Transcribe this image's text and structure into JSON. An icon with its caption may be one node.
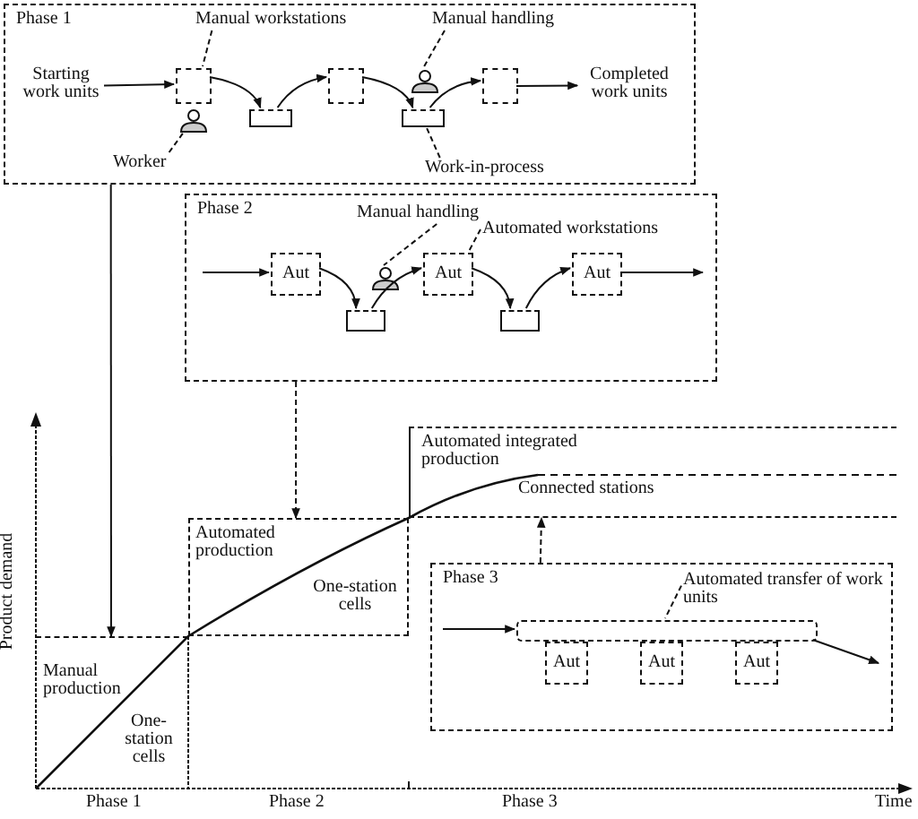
{
  "diagram": {
    "nodes": [
      {
        "text": [
          "Phase 1"
        ]
      },
      {
        "text": [
          "Starting work units"
        ],
        "in": 0
      },
      {
        "text": [],
        "shape": "box",
        "in": 0
      },
      {
        "text": [],
        "shape": "box",
        "in": 0
      },
      {
        "text": [],
        "shape": "box",
        "in": 0
      },
      {
        "text": [],
        "shape": "box",
        "in": 0
      },
      {
        "text": [],
        "shape": "box",
        "in": 0
      },
      {
        "text": [
          "Completed work units"
        ],
        "in": 0
      },
      {
        "text": [
          "Manual workstations"
        ],
        "in": 0
      },
      {
        "text": [
          "Manual handling"
        ],
        "in": 0
      },
      {
        "text": [],
        "shape": "person",
        "in": 0
      },
      {
        "text": [
          "Worker"
        ],
        "in": 0
      },
      {
        "text": [],
        "shape": "person",
        "in": 0
      },
      {
        "text": [
          "Work-in-process"
        ],
        "in": 0
      },
      {
        "text": [
          "Phase 2"
        ]
      },
      {
        "text": [
          "Aut"
        ],
        "in": 14
      },
      {
        "text": [],
        "shape": "box",
        "in": 14
      },
      {
        "text": [
          "Aut"
        ],
        "in": 14
      },
      {
        "text": [],
        "shape": "box",
        "in": 14
      },
      {
        "text": [
          "Aut"
        ],
        "in": 14
      },
      {
        "text": [
          "Manual handling"
        ],
        "in": 14
      },
      {
        "text": [],
        "shape": "person",
        "in": 14
      },
      {
        "text": [
          "Automated workstations"
        ],
        "in": 14
      },
      {
        "text": [
          "Phase 3"
        ]
      },
      {
        "text": [],
        "shape": "bar",
        "in": 23
      },
      {
        "text": [
          "Aut"
        ],
        "in": 23
      },
      {
        "text": [
          "Aut"
        ],
        "in": 23
      },
      {
        "text": [
          "Aut"
        ],
        "in": 23
      },
      {
        "text": [
          "Automated transfer of work units"
        ],
        "in": 23
      },
      {
        "text": [
          "Manual production",
          "One-station cells"
        ]
      },
      {
        "text": [
          "Automated production",
          "One-station cells"
        ]
      },
      {
        "text": [
          "Automated integrated production",
          "Connected stations"
        ]
      }
    ],
    "edges": [
      {
        "from": 1,
        "to": 2,
        "arrow": "to"
      },
      {
        "from": 2,
        "to": 3,
        "arrow": "to"
      },
      {
        "from": 3,
        "to": 4,
        "arrow": "to"
      },
      {
        "from": 4,
        "to": 5,
        "arrow": "to"
      },
      {
        "from": 5,
        "to": 6,
        "arrow": "to"
      },
      {
        "from": 6,
        "to": 7,
        "arrow": "to"
      },
      {
        "from": 8,
        "to": 2,
        "arrow": "none",
        "style": "dashed"
      },
      {
        "from": 9,
        "to": 10,
        "arrow": "none",
        "style": "dashed"
      },
      {
        "from": 11,
        "to": 12,
        "arrow": "none",
        "style": "dashed"
      },
      {
        "from": 13,
        "to": 5,
        "arrow": "none",
        "style": "dashed"
      },
      {
        "from": null,
        "to": 15,
        "arrow": "to"
      },
      {
        "from": 15,
        "to": 16,
        "arrow": "to"
      },
      {
        "from": 16,
        "to": 17,
        "arrow": "to"
      },
      {
        "from": 17,
        "to": 18,
        "arrow": "to"
      },
      {
        "from": 18,
        "to": 19,
        "arrow": "to"
      },
      {
        "from": 19,
        "to": null,
        "arrow": "to"
      },
      {
        "from": 20,
        "to": 21,
        "arrow": "none",
        "style": "dashed"
      },
      {
        "from": 22,
        "to": 17,
        "arrow": "none",
        "style": "dashed"
      },
      {
        "from": null,
        "to": 24,
        "arrow": "to"
      },
      {
        "from": 24,
        "to": null,
        "arrow": "to"
      },
      {
        "from": 28,
        "to": 24,
        "arrow": "none",
        "style": "dashed"
      },
      {
        "from": 0,
        "to": 29,
        "arrow": "to"
      },
      {
        "from": 14,
        "to": 30,
        "arrow": "to",
        "style": "dashed"
      },
      {
        "from": 23,
        "to": 31,
        "arrow": "to",
        "style": "dashed"
      }
    ],
    "labels": [
      "Product demand",
      "Phase 1",
      "Phase 2",
      "Phase 3",
      "Time"
    ]
  }
}
